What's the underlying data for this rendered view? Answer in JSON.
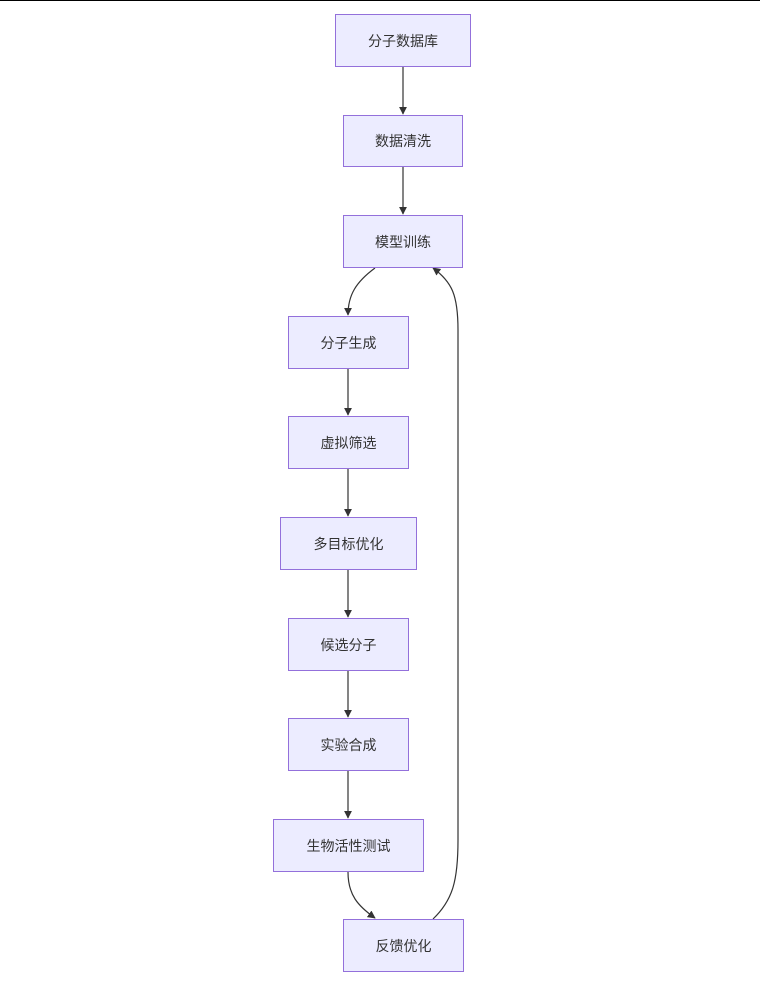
{
  "nodes": [
    {
      "id": "mol-db",
      "label": "分子数据库"
    },
    {
      "id": "data-clean",
      "label": "数据清洗"
    },
    {
      "id": "model-train",
      "label": "模型训练"
    },
    {
      "id": "mol-gen",
      "label": "分子生成"
    },
    {
      "id": "virtual-screen",
      "label": "虚拟筛选"
    },
    {
      "id": "multi-opt",
      "label": "多目标优化"
    },
    {
      "id": "candidates",
      "label": "候选分子"
    },
    {
      "id": "synthesis",
      "label": "实验合成"
    },
    {
      "id": "bio-test",
      "label": "生物活性测试"
    },
    {
      "id": "feedback-opt",
      "label": "反馈优化"
    }
  ],
  "edges": [
    {
      "from": "mol-db",
      "to": "data-clean"
    },
    {
      "from": "data-clean",
      "to": "model-train"
    },
    {
      "from": "model-train",
      "to": "mol-gen"
    },
    {
      "from": "mol-gen",
      "to": "virtual-screen"
    },
    {
      "from": "virtual-screen",
      "to": "multi-opt"
    },
    {
      "from": "multi-opt",
      "to": "candidates"
    },
    {
      "from": "candidates",
      "to": "synthesis"
    },
    {
      "from": "synthesis",
      "to": "bio-test"
    },
    {
      "from": "bio-test",
      "to": "feedback-opt"
    },
    {
      "from": "feedback-opt",
      "to": "model-train"
    }
  ],
  "colors": {
    "node_fill": "#ececff",
    "node_border": "#9370db",
    "edge": "#333333",
    "text": "#333333"
  }
}
